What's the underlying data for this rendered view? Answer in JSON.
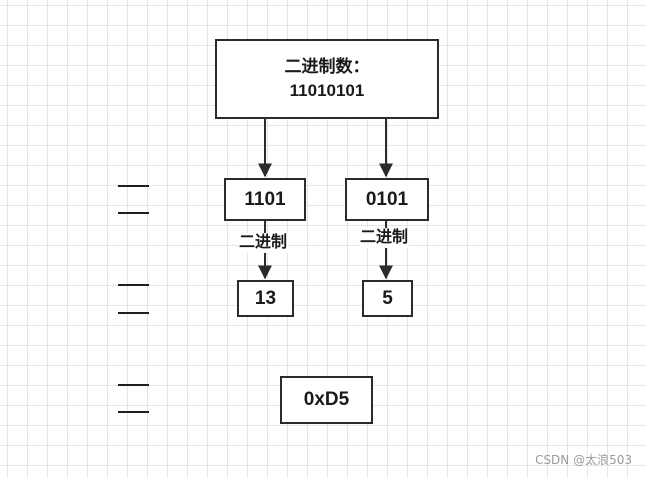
{
  "diagram": {
    "root": {
      "title": "二进制数：",
      "value": "11010101"
    },
    "nibbles": [
      "1101",
      "0101"
    ],
    "edge_label": "二进制",
    "decimals": [
      "13",
      "5"
    ],
    "result": "0xD5"
  },
  "watermark": "CSDN @太浪503",
  "colors": {
    "stroke": "#2b2b2b",
    "grid": "#e6e6e6",
    "background": "#ffffff"
  }
}
